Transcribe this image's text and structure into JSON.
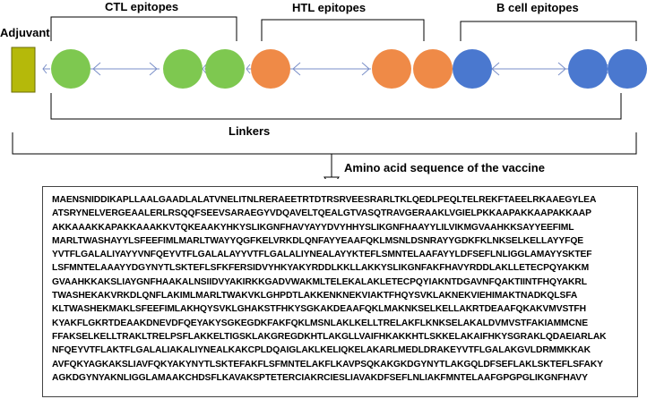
{
  "diagram": {
    "labels": {
      "ctl": "CTL epitopes",
      "htl": "HTL epitopes",
      "bcell": "B cell epitopes",
      "adjuvant": "Adjuvant",
      "linkers": "Linkers",
      "sequence_title": "Amino acid sequence of the vaccine"
    },
    "colors": {
      "adjuvant": "#b5b90a",
      "ctl": "#7ec850",
      "htl": "#ef8a47",
      "bcell": "#4a78cf",
      "linker": "#7a8fc8"
    }
  },
  "sequence": [
    "MAENSNIDDIKAPLLAALGAADLALATVNELITNLRERAEETRTDTRSRVEESRARLTKLQEDLPEQLTELREKFTAEELRKAAEGYLEA",
    "ATSRYNELVERGEAALERLRSQQFSEEVSARAEGYVDQAVELTQEALGTVASQTRAVGERAAKLVGIELPKKAAPAKKAAPAKKAAP",
    "AKKAAAKKAPAKKAAAKKVTQKEAAKYHKYSLIKGNFHAVYAYYDVYHHYSLIKGNFHAAYYLILVIKMGVAAHKKSAYYEEFIML",
    "MARLTWASHAYYLSFEEFIMLMARLTWAYYQGFKELVRKDLQNFAYYEAAFQKLMSNLDSNRAYYGDKFKLNKSELKELLAYYFQE",
    "YVTFLGALALIYAYYVNFQEYVTFLGALALAYYVTFLGALALIYNEALAYYKTEFLSMNTELAAFAYYLDFSEFLNLIGGLAMAYYSKTEF",
    "LSFMNTELAAAYYDGYNYTLSKTEFLSFKFERSIDVYHKYAKYRDDLKKLLAKKYSLIKGNFAKFHAVYRDDLAKLLETECPQYAKKM",
    "GVAAHKKAKSLIAYGNFHAAKALNSIIDVYAKIRKKGADVWAKMLTELEKALAKLETECPQYIAKNTDGAVNFQAKTIINTFHQYAKRL",
    "TWASHEKAKVRKDLQNFLAKIMLMARLTWAKVKLGHPDTLAKKENKNEKVIAKTFHQYSVKLAKNEKVIEHIMAKTNADKQLSFA",
    "KLTWASHEKMAKLSFEEFIMLAKHQYSVKLGHAKSTFHKYSGKAKDEAAFQKLMAKNKSELKELLAKRTDEAAFQKAKVMVSTFH",
    "KYAKFLGKRTDEAAKDNEVDFQEYAKYSGKEGDKFAKFQKLMSNLAKLKELLTRELAKFLKNKSELAKALDVMVSTFAKIAMMCNE",
    "FFAKSELKELLTRAKLTRELPSFLAKKELTIGSKLAKGREGDKHTLAKGLLVAIFHKAKKHTLSKKELAKAIFHKYSGRAKLQDAEIARLAK",
    "NFQEYVTFLAKTFLGALALIAKALIYNEALKAKCPLDQAIGLAKLKELIQKELAKARLMEDLDRAKEYVTFLGALAKGVLDRMMKKAK",
    "AVFQKYAGKAKSLIAVFQKYAKYNYTLSKTEFAKFLSFMNTELAKFLKAVPSQKAKGKDGYNYTLAKGQLDFSEFLAKLSKTEFLSFAKY",
    "AGKDGYNYAKNLIGGLAMAAKCHDSFLKAVAKSPTETERCIAKRCIESLIAVAKDFSEFLNLIAKFMNTELAAFGPGPGLIKGNFHAVY"
  ]
}
